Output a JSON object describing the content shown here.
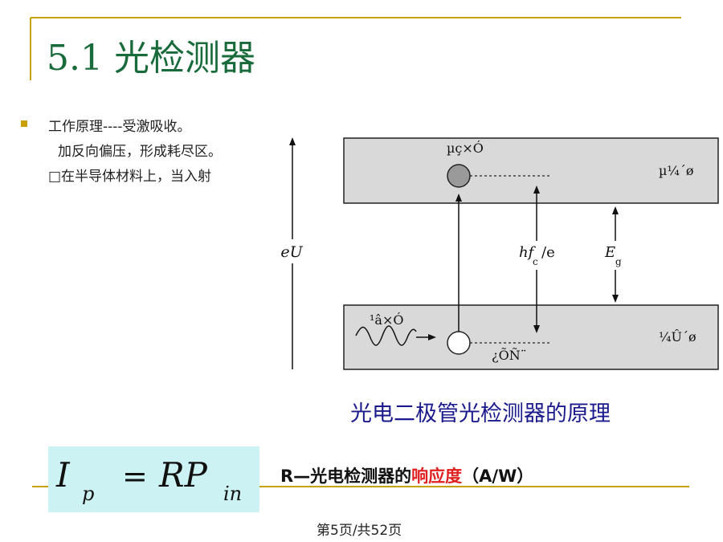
{
  "slide": {
    "title": "5.1 光检测器",
    "bullet_lines": [
      "工作原理----受激吸收。",
      "加反向偏压，形成耗尽区。",
      "□在半导体材料上，当入射"
    ],
    "caption": "光电二极管光检测器的原理",
    "response_prefix": "R",
    "response_mid": "—光电检测器的",
    "response_highlight": "响应度",
    "response_unit": "（A/W）",
    "page_number": "第5页/共52页",
    "accent_color": "#c8a000",
    "title_color": "#1a6b3c",
    "caption_color": "#1a1a8c",
    "highlight_color": "#e02020"
  },
  "diagram": {
    "eU": "eU",
    "electron_label": "µç×Ó",
    "conduction_band_label": "µ¼´ø",
    "photon_label": "¹â×Ó",
    "valence_band_label": "¼Û´ø",
    "hole_label": "¿ÕÑ¨",
    "hf_label": "hf",
    "hf_sub": "c",
    "hf_suffix": "/e",
    "eg_label": "E",
    "eg_sub": "g"
  },
  "formula": {
    "I": "I",
    "p": "p",
    "eq": "=",
    "RP": "RP",
    "in": "in"
  }
}
